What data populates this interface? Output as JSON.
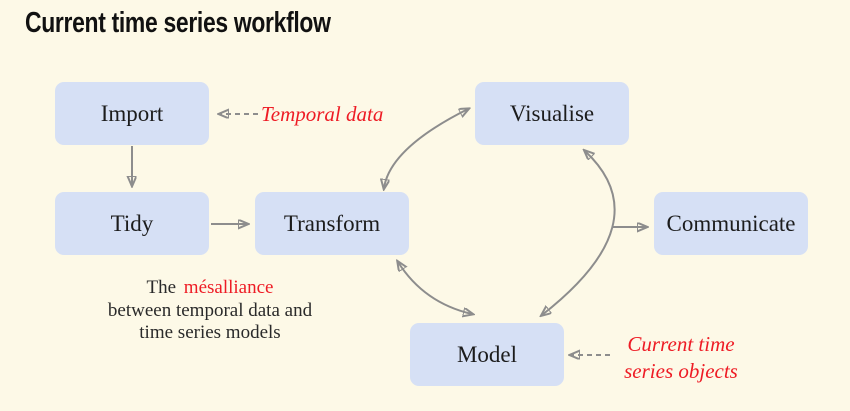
{
  "title": "Current time series workflow",
  "nodes": [
    {
      "id": "import",
      "label": "Import"
    },
    {
      "id": "tidy",
      "label": "Tidy"
    },
    {
      "id": "transform",
      "label": "Transform"
    },
    {
      "id": "visualise",
      "label": "Visualise"
    },
    {
      "id": "communicate",
      "label": "Communicate"
    },
    {
      "id": "model",
      "label": "Model"
    }
  ],
  "annotations": {
    "temporal_data": "Temporal data",
    "current_objects_line1": "Current time",
    "current_objects_line2": "series objects"
  },
  "caption": {
    "line1_pre": "The ",
    "line1_highlight": "mésalliance",
    "line2": "between temporal data and",
    "line3": "time series models"
  },
  "edges": [
    {
      "from": "Temporal data",
      "to": "Import",
      "style": "dashed",
      "bidirectional": false
    },
    {
      "from": "Import",
      "to": "Tidy",
      "style": "solid",
      "bidirectional": false
    },
    {
      "from": "Tidy",
      "to": "Transform",
      "style": "solid",
      "bidirectional": false
    },
    {
      "from": "Transform",
      "to": "Visualise",
      "style": "curved",
      "bidirectional": true
    },
    {
      "from": "Visualise",
      "to": "Model",
      "style": "curved",
      "bidirectional": true
    },
    {
      "from": "Model",
      "to": "Transform",
      "style": "curved",
      "bidirectional": true
    },
    {
      "from": "Visualise-Model cycle",
      "to": "Communicate",
      "style": "solid",
      "bidirectional": false
    },
    {
      "from": "Current time series objects",
      "to": "Model",
      "style": "dashed",
      "bidirectional": false
    }
  ],
  "colors": {
    "background": "#fdf9e7",
    "node_fill": "#d6e0f5",
    "node_text": "#1c1c1c",
    "arrow_gray": "#8d8d8d",
    "accent_red": "#ee1c25",
    "title_text": "#111111",
    "caption_text": "#2a2a2a"
  }
}
